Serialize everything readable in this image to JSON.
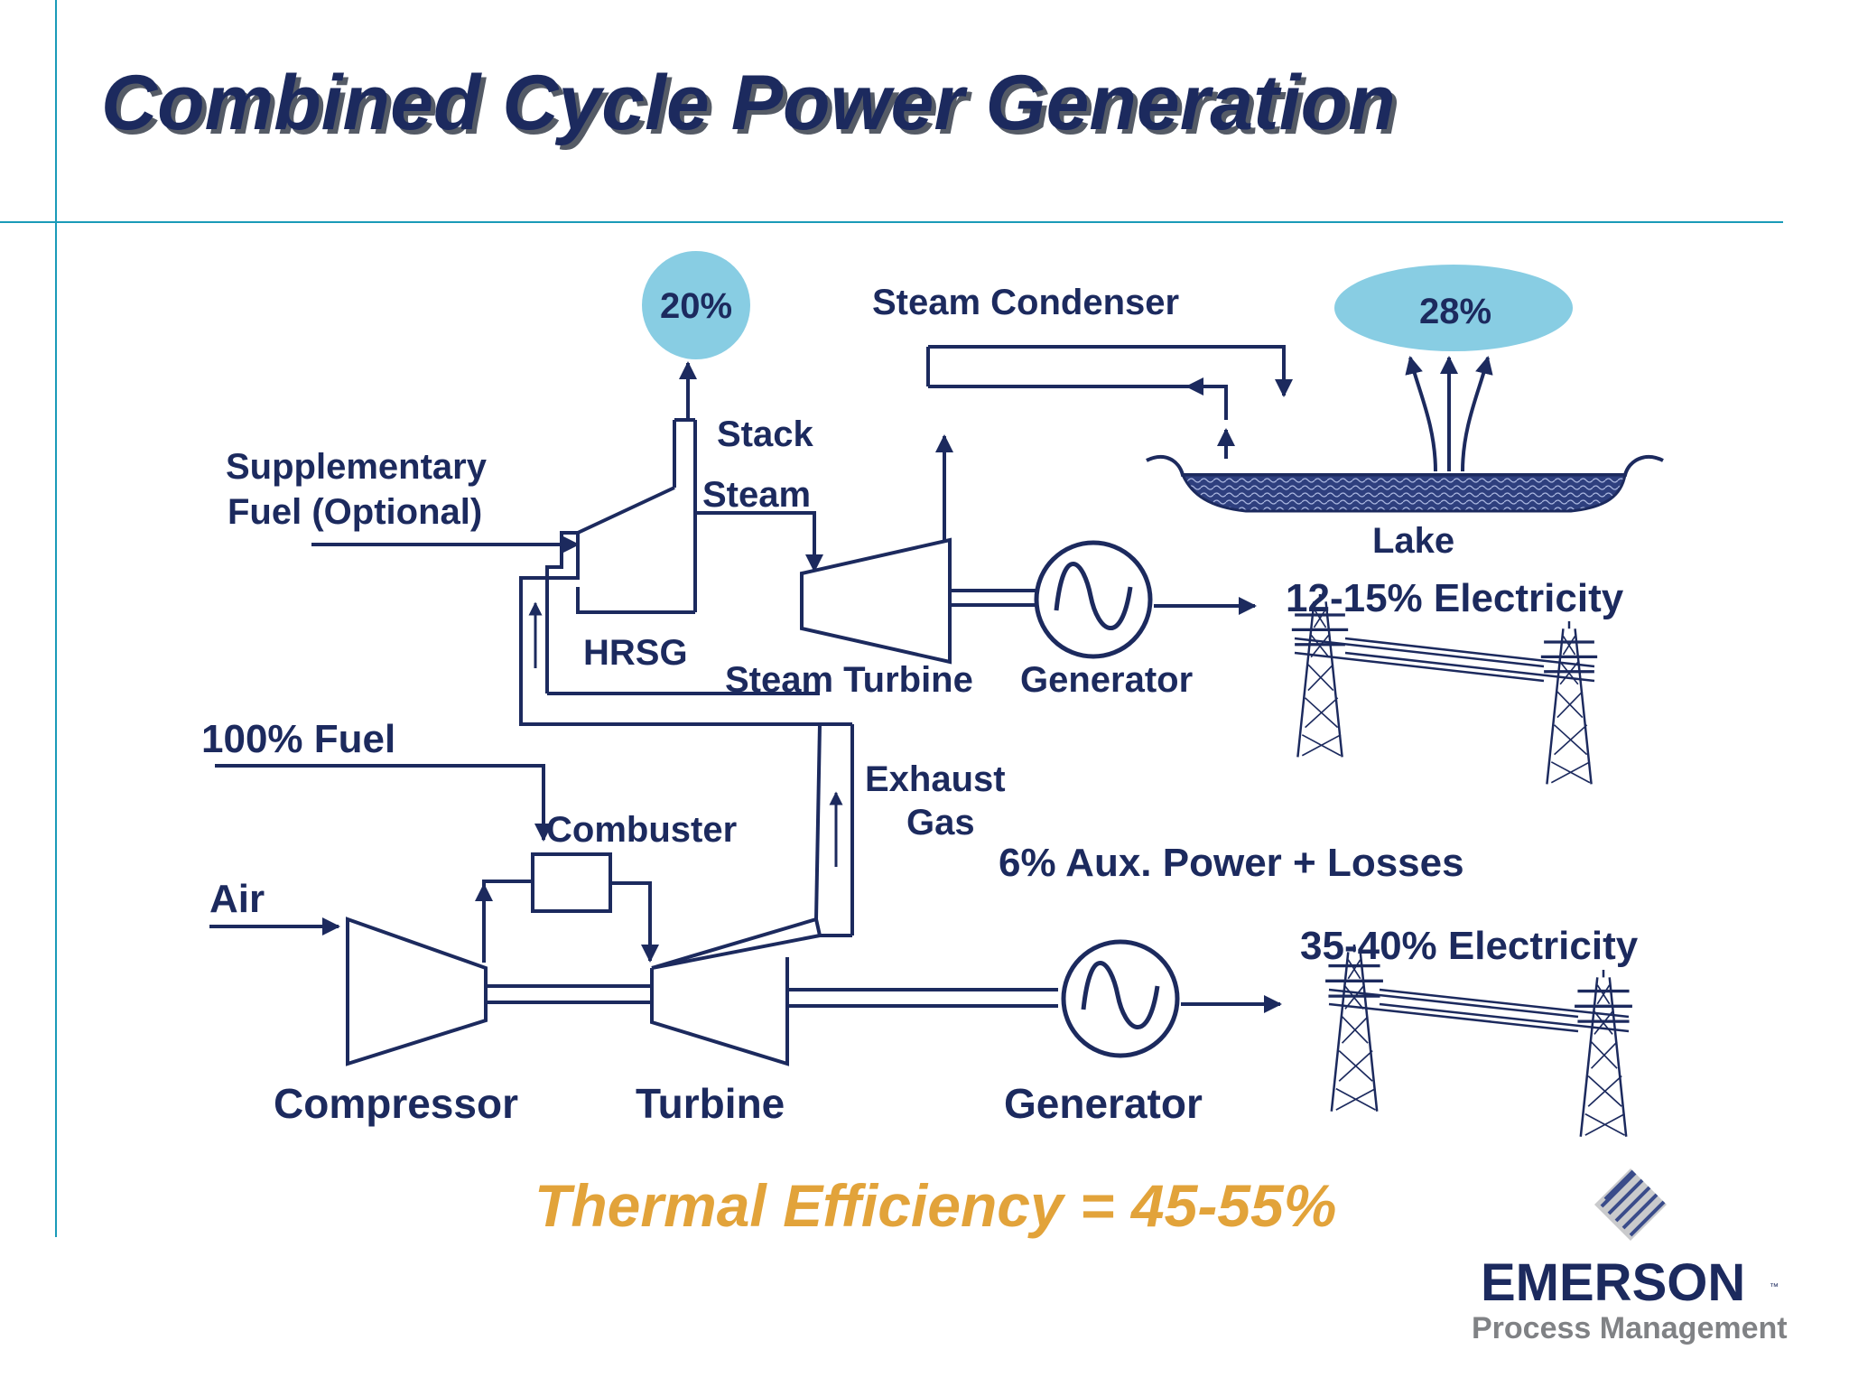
{
  "slide": {
    "title": "Combined Cycle Power Generation",
    "efficiency": "Thermal Efficiency = 45-55%"
  },
  "labels": {
    "stack_pct": "20%",
    "condenser_pct": "28%",
    "steam_condenser": "Steam Condenser",
    "stack": "Stack",
    "steam": "Steam",
    "supplementary_line1": "Supplementary",
    "supplementary_line2": "Fuel (Optional)",
    "lake": "Lake",
    "electricity_top": "12-15% Electricity",
    "hrsg": "HRSG",
    "steam_turbine": "Steam Turbine",
    "generator_top": "Generator",
    "fuel": "100% Fuel",
    "exhaust_line1": "Exhaust",
    "exhaust_line2": "Gas",
    "combuster": "Combuster",
    "aux": "6% Aux. Power + Losses",
    "air": "Air",
    "electricity_bottom": "35-40% Electricity",
    "compressor": "Compressor",
    "turbine": "Turbine",
    "generator_bottom": "Generator"
  },
  "logo": {
    "company": "EMERSON",
    "tm": "™",
    "division": "Process Management"
  },
  "colors": {
    "navy": "#1c2a5e",
    "accent_blue": "#1a9bb8",
    "bubble": "#88cde3",
    "gold": "#e2a33a",
    "water": "#3a4c8a",
    "gray": "#808285"
  }
}
